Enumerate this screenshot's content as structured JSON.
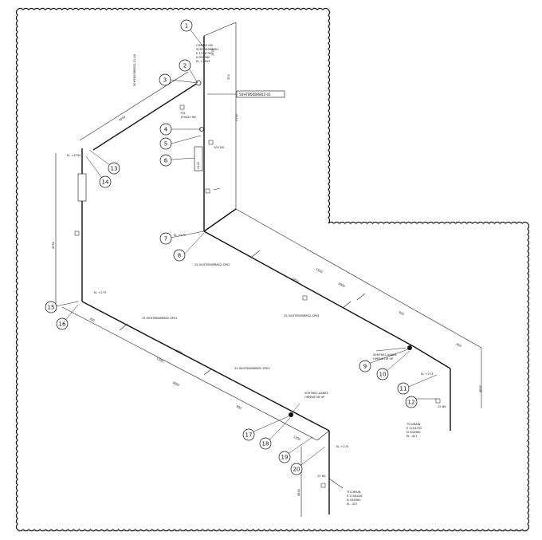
{
  "sheet": {
    "line_tag": "50HTB00BR802-01",
    "vertical_tag": "50HTB00BR802-21-XX"
  },
  "callouts": {
    "c1": "1",
    "c2": "2",
    "c3": "3",
    "c4": "4",
    "c5": "5",
    "c6": "6",
    "c7": "7",
    "c8": "8",
    "c9": "9",
    "c10": "10",
    "c11": "11",
    "c12": "12",
    "c13": "13",
    "c14": "14",
    "c15": "15",
    "c16": "16",
    "c17": "17",
    "c18": "18",
    "c19": "19",
    "c20": "20"
  },
  "notes": {
    "contd_1": "CONT'D ON",
    "contd_2": "50HTB00BR801",
    "contd_3": "E 1154750",
    "contd_4": "N 528960",
    "contd_5": "EL +9815",
    "tol_1": "TOL",
    "tol_2": "150425 NS",
    "ns100": "100 NS",
    "el_4790": "EL +4790",
    "el_272a": "EL +272",
    "el_275": "EL +275",
    "el_273": "EL +273",
    "el_270": "EL +270",
    "spool_02": "25-50HTB00BR802-SP02",
    "spool_01": "25-50HTB00BR802-SP01",
    "spool_03": "25-50HTB00BR802-SP03",
    "spool_04": "25-50HTB00BR802-SP04",
    "valve_a1": "50HTB02-AA804",
    "valve_a2": "OPERATOR UP",
    "valve_b1": "50HTB02-AA804",
    "valve_b2": "OPERATOR UP",
    "ns25a": "25 NS",
    "ns25b": "25 NS",
    "drain_a1": "TO DRAIN",
    "drain_a2": "E 1154750",
    "drain_a3": "N 528960",
    "drain_a4": "EL -327",
    "drain_b1": "TO DRAIN",
    "drain_b2": "E 1156426",
    "drain_b3": "N 528560",
    "drain_b4": "EL -327"
  },
  "dims": {
    "d1": "3050",
    "d2": "1500",
    "d3": "300",
    "d4": "2700",
    "d5": "4250",
    "d6": "3800",
    "d7": "2850",
    "d8": "1500",
    "d9": "900",
    "d10": "4800",
    "d11": "1800",
    "d12": "300",
    "d13": "3600",
    "d14": "1500",
    "d15": "900",
    "d16": "450",
    "d17": "4800",
    "d18": "2100",
    "d19": "1200"
  }
}
